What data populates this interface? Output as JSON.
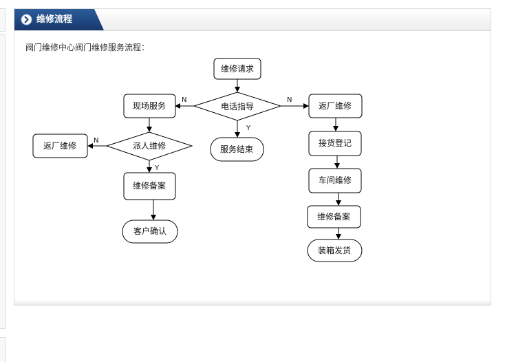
{
  "header": {
    "title": "维修流程",
    "icon": "chevron-right-circle-icon",
    "accent_color": "#1f4a85"
  },
  "intro": "阀门维修中心阀门维修服务流程：",
  "flowchart": {
    "nodes": {
      "request": "维修请求",
      "phone": "电话指导",
      "onsite": "现场服务",
      "service_end": "服务结束",
      "dispatch": "派人维修",
      "return_left": "返厂维修",
      "record_left": "维修备案",
      "customer_confirm": "客户确认",
      "return_right": "返厂维修",
      "receive": "接货登记",
      "workshop": "车间维修",
      "record_right": "维修备案",
      "ship": "装箱发货"
    },
    "edge_labels": {
      "phone_to_onsite": "N",
      "phone_to_return": "N",
      "phone_to_end": "Y",
      "dispatch_to_return": "N",
      "dispatch_to_record": "Y"
    }
  }
}
